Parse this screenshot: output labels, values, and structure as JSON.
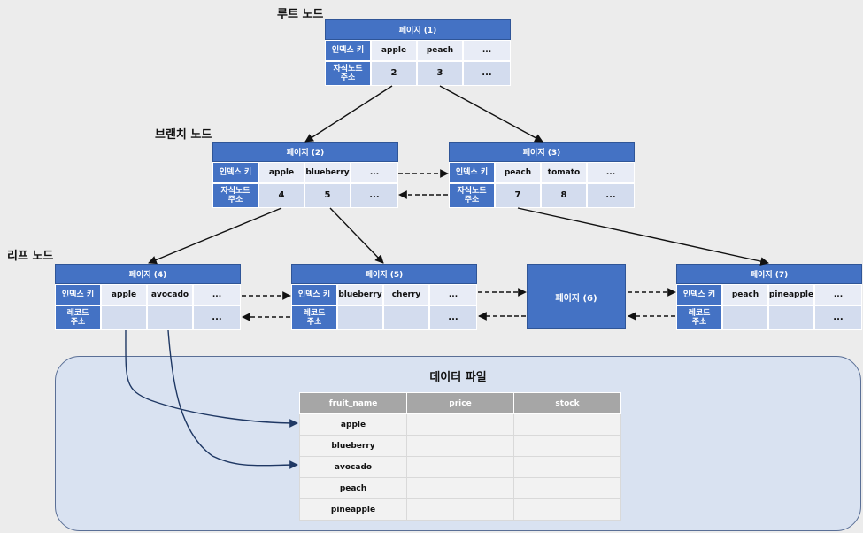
{
  "titles": {
    "root": "루트 노드",
    "branch": "브랜치 노드",
    "leaf": "리프 노드",
    "data_file": "데이터 파일"
  },
  "labels": {
    "index_key": "인덱스 키",
    "child_addr_1": "자식노드",
    "child_addr_2": "주소",
    "record_addr_1": "레코드",
    "record_addr_2": "주소"
  },
  "pages": {
    "p1": {
      "title": "페이지 (1)",
      "keys": [
        "apple",
        "peach",
        "..."
      ],
      "vals": [
        "2",
        "3",
        "..."
      ]
    },
    "p2": {
      "title": "페이지 (2)",
      "keys": [
        "apple",
        "blueberry",
        "..."
      ],
      "vals": [
        "4",
        "5",
        "..."
      ]
    },
    "p3": {
      "title": "페이지 (3)",
      "keys": [
        "peach",
        "tomato",
        "..."
      ],
      "vals": [
        "7",
        "8",
        "..."
      ]
    },
    "p4": {
      "title": "페이지 (4)",
      "keys": [
        "apple",
        "avocado",
        "..."
      ],
      "vals": [
        "",
        "",
        "..."
      ]
    },
    "p5": {
      "title": "페이지 (5)",
      "keys": [
        "blueberry",
        "cherry",
        "..."
      ],
      "vals": [
        "",
        "",
        "..."
      ]
    },
    "p6": {
      "title": "페이지 (6)"
    },
    "p7": {
      "title": "페이지 (7)",
      "keys": [
        "peach",
        "pineapple",
        "..."
      ],
      "vals": [
        "",
        "",
        "..."
      ]
    }
  },
  "table": {
    "headers": [
      "fruit_name",
      "price",
      "stock"
    ],
    "rows": [
      "apple",
      "blueberry",
      "avocado",
      "peach",
      "pineapple"
    ]
  },
  "colors": {
    "node_blue": "#4472c4",
    "data_file_bg": "#d9e2f1",
    "header_gray": "#a6a6a6"
  }
}
